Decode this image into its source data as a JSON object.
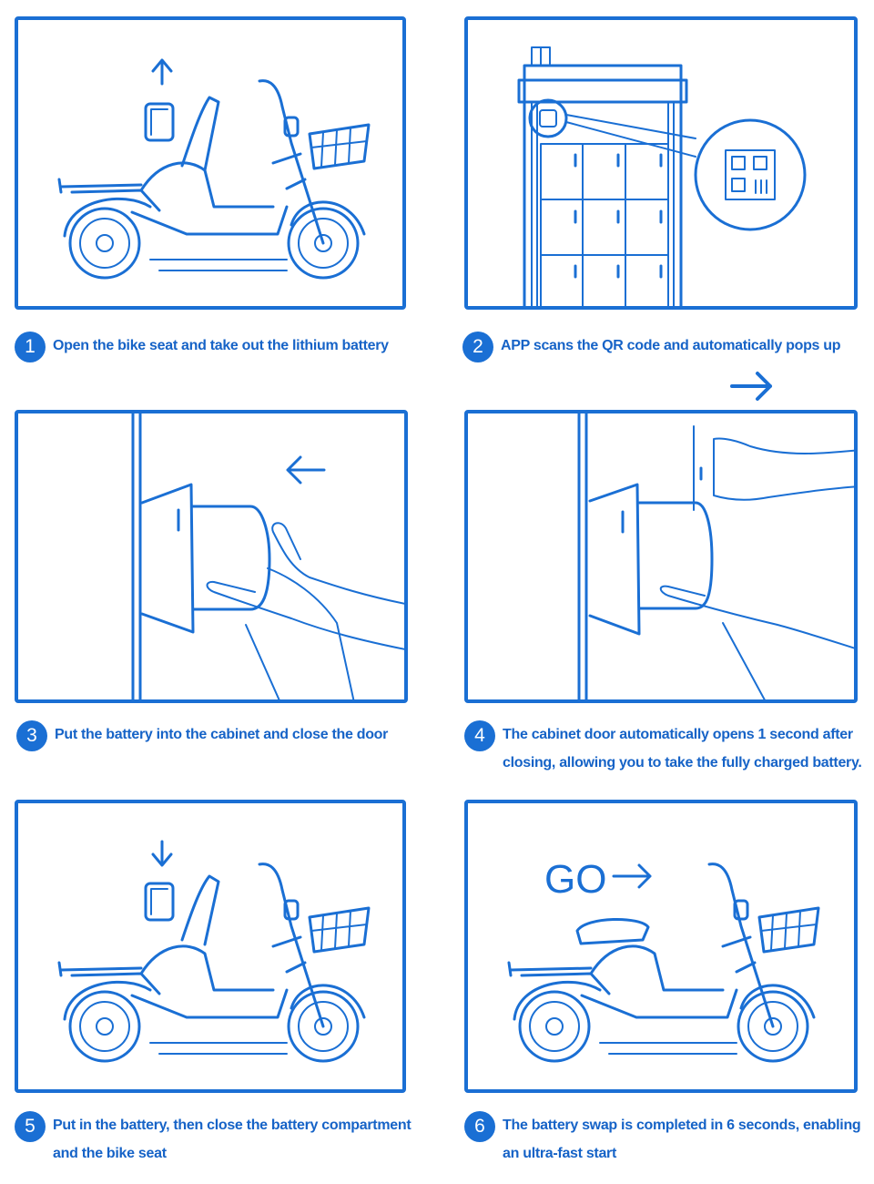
{
  "steps": [
    {
      "number": "1",
      "text": "Open the bike seat and take out the lithium battery"
    },
    {
      "number": "2",
      "text": "APP scans the QR code and automatically pops up"
    },
    {
      "number": "3",
      "text": "Put the battery into the cabinet and close the door"
    },
    {
      "number": "4",
      "text": "The cabinet door automatically opens 1 second after closing, allowing you to take the fully charged battery."
    },
    {
      "number": "5",
      "text": "Put in the battery, then close the battery compartment and the bike seat"
    },
    {
      "number": "6",
      "text": "The battery swap is completed in 6 seconds, enabling an ultra-fast start"
    }
  ],
  "illustrations": {
    "go_label": "GO",
    "icons": [
      "scooter-icon",
      "battery-icon",
      "arrow-up-icon",
      "cabinet-icon",
      "qr-code-icon",
      "hand-icon",
      "arrow-left-icon",
      "arrow-right-icon",
      "arrow-down-icon"
    ]
  },
  "colors": {
    "primary": "#1a6fd4",
    "text": "#1663c7",
    "background": "#ffffff"
  }
}
